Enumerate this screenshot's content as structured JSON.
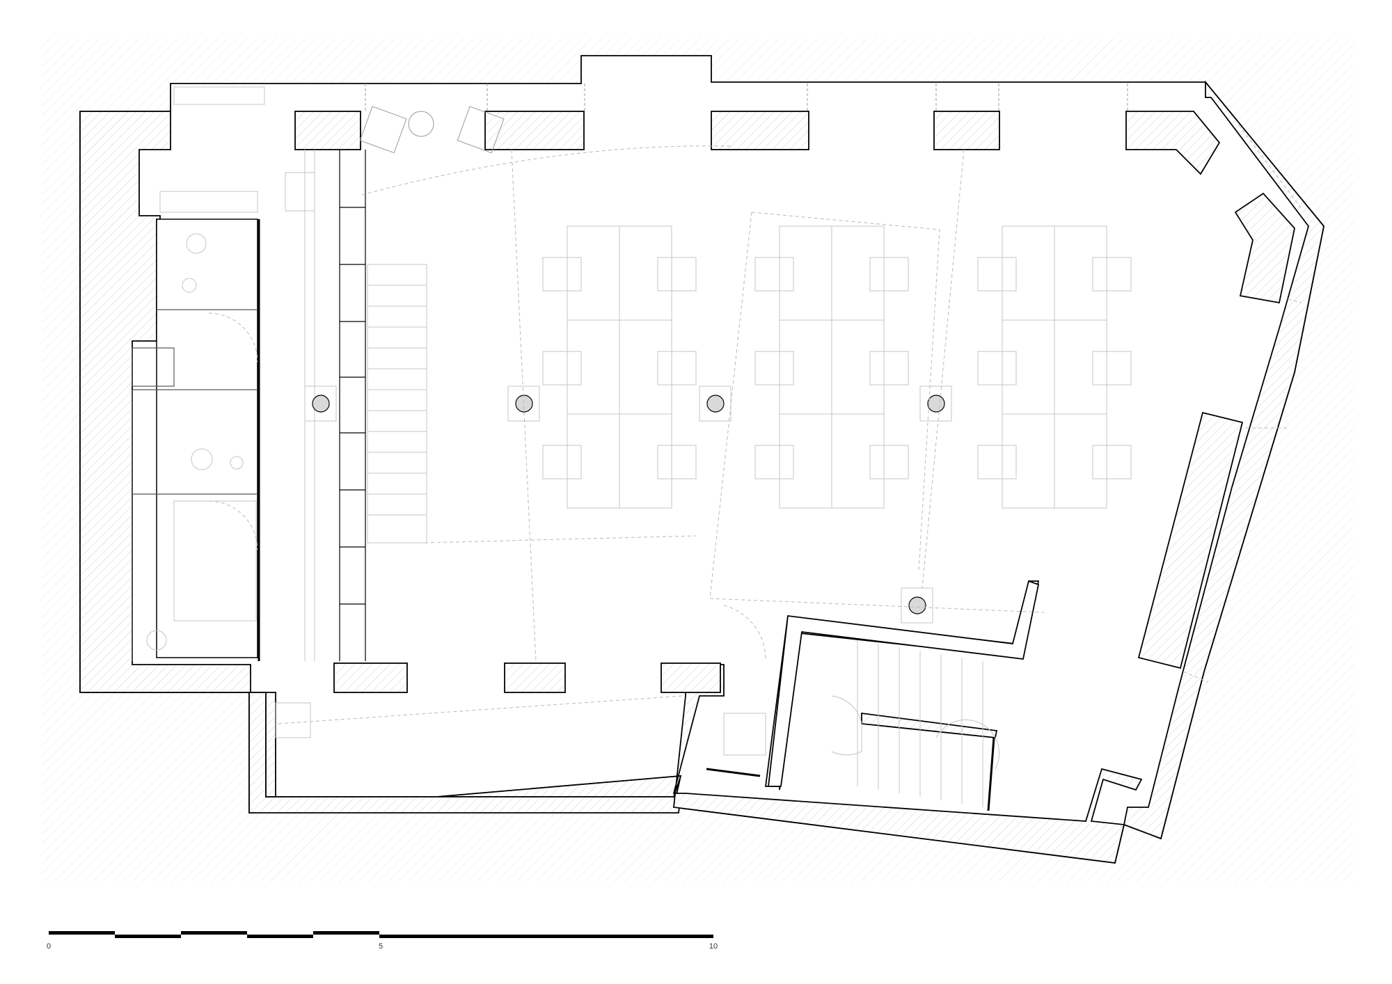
{
  "scale_bar": {
    "labels": [
      "0",
      "5",
      "10"
    ]
  },
  "colors": {
    "line": "#000000",
    "hatch": "#d6d6d6",
    "furniture": "#c4c4c4",
    "pillar": "#d9d9d9"
  }
}
